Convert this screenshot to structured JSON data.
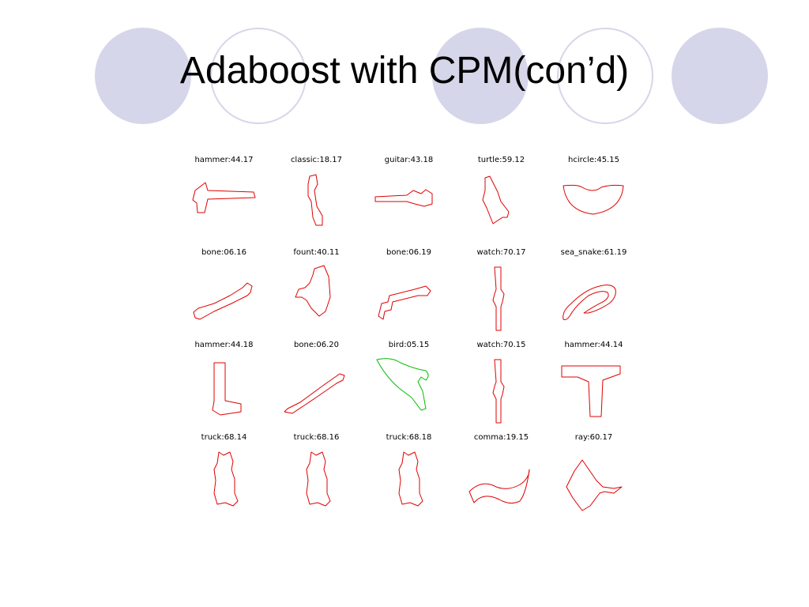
{
  "slide": {
    "title": "Adaboost with CPM(con’d)"
  },
  "colors": {
    "decoration": "#d6d6ea",
    "shape_default": "#e00000",
    "shape_highlight": "#00c000"
  },
  "figure": {
    "rows": [
      {
        "cells": [
          {
            "label": "hammer:44.17",
            "shape": "hammer-icon",
            "color": "#e00000"
          },
          {
            "label": "classic:18.17",
            "shape": "classic-icon",
            "color": "#e00000"
          },
          {
            "label": "guitar:43.18",
            "shape": "guitar-icon",
            "color": "#e00000"
          },
          {
            "label": "turtle:59.12",
            "shape": "turtle-icon",
            "color": "#e00000"
          },
          {
            "label": "hcircle:45.15",
            "shape": "hcircle-icon",
            "color": "#e00000"
          }
        ]
      },
      {
        "cells": [
          {
            "label": "bone:06.16",
            "shape": "bone-icon",
            "color": "#e00000"
          },
          {
            "label": "fount:40.11",
            "shape": "fount-icon",
            "color": "#e00000"
          },
          {
            "label": "bone:06.19",
            "shape": "bone-bent-icon",
            "color": "#e00000"
          },
          {
            "label": "watch:70.17",
            "shape": "watch-icon",
            "color": "#e00000"
          },
          {
            "label": "sea_snake:61.19",
            "shape": "sea-snake-icon",
            "color": "#e00000"
          }
        ]
      },
      {
        "cells": [
          {
            "label": "hammer:44.18",
            "shape": "hammer-vertical-icon",
            "color": "#e00000"
          },
          {
            "label": "bone:06.20",
            "shape": "bone-diagonal-icon",
            "color": "#e00000"
          },
          {
            "label": "bird:05.15",
            "shape": "bird-icon",
            "color": "#00c000"
          },
          {
            "label": "watch:70.15",
            "shape": "watch-icon",
            "color": "#e00000"
          },
          {
            "label": "hammer:44.14",
            "shape": "hammer-upright-icon",
            "color": "#e00000"
          }
        ]
      },
      {
        "cells": [
          {
            "label": "truck:68.14",
            "shape": "truck-icon",
            "color": "#e00000"
          },
          {
            "label": "truck:68.16",
            "shape": "truck-icon",
            "color": "#e00000"
          },
          {
            "label": "truck:68.18",
            "shape": "truck-icon",
            "color": "#e00000"
          },
          {
            "label": "comma:19.15",
            "shape": "comma-icon",
            "color": "#e00000"
          },
          {
            "label": "ray:60.17",
            "shape": "ray-icon",
            "color": "#e00000"
          }
        ]
      }
    ]
  }
}
